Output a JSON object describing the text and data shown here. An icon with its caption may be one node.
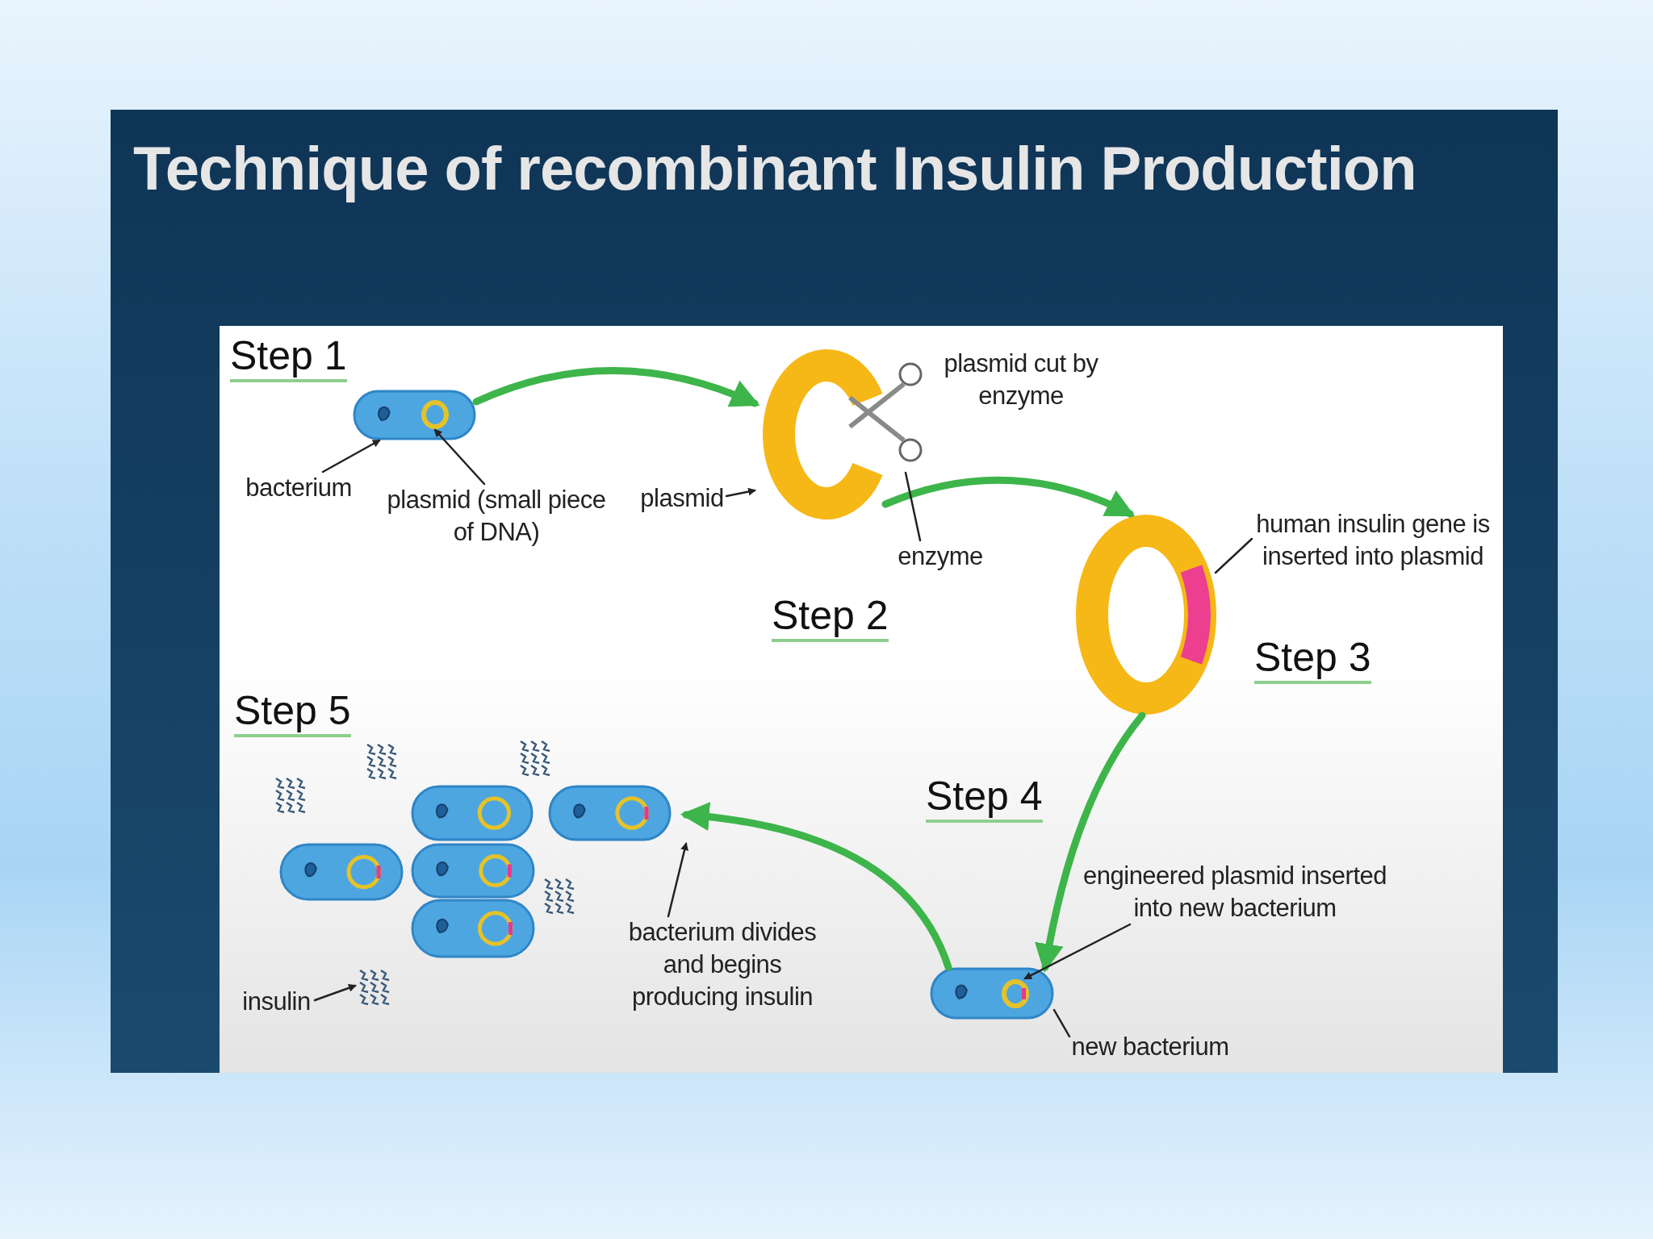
{
  "diagram": {
    "title": "Technique of recombinant Insulin Production",
    "nodes": [
      {
        "text": [
          "bacterium"
        ]
      },
      {
        "text": [
          "plasmid (small piece of DNA)"
        ]
      },
      {
        "text": [],
        "shape": "picture"
      },
      {
        "text": [],
        "shape": "circle",
        "in": 2
      },
      {
        "text": [
          "plasmid"
        ]
      },
      {
        "text": [],
        "shape": "picture"
      },
      {
        "text": [],
        "shape": "picture"
      },
      {
        "text": [
          "enzyme"
        ]
      },
      {
        "text": [],
        "shape": "circle"
      },
      {
        "text": [],
        "shape": "picture",
        "in": 8
      },
      {
        "text": [
          "human insulin gene is inserted into plasmid"
        ]
      },
      {
        "text": [
          "engineered plasmid inserted into new bacterium"
        ]
      },
      {
        "text": [],
        "shape": "picture"
      },
      {
        "text": [],
        "shape": "circle",
        "in": 12
      },
      {
        "text": [
          "new bacterium"
        ]
      },
      {
        "text": [],
        "shape": "picture"
      },
      {
        "text": [
          "bacterium divides and begins producing insulin"
        ]
      },
      {
        "text": [
          "insulin"
        ]
      },
      {
        "text": [],
        "shape": "picture"
      }
    ],
    "edges": [
      {
        "from": 2,
        "to": 5,
        "arrow": "to",
        "style": "thick",
        "color": "#3db54a"
      },
      {
        "from": 5,
        "to": 8,
        "arrow": "to",
        "style": "thick",
        "color": "#3db54a"
      },
      {
        "from": 8,
        "to": 12,
        "arrow": "to",
        "style": "thick",
        "color": "#3db54a"
      },
      {
        "from": 12,
        "to": 15,
        "arrow": "to",
        "style": "thick",
        "color": "#3db54a"
      },
      {
        "from": 0,
        "to": 2,
        "arrow": "to"
      },
      {
        "from": 1,
        "to": 3,
        "arrow": "to"
      },
      {
        "from": 4,
        "to": 5,
        "arrow": "to"
      },
      {
        "from": 7,
        "to": 6,
        "arrow": "none"
      },
      {
        "from": 10,
        "to": 9,
        "arrow": "none"
      },
      {
        "from": 11,
        "to": 13,
        "arrow": "to"
      },
      {
        "from": 14,
        "to": 12,
        "arrow": "none"
      },
      {
        "from": 16,
        "to": 15,
        "arrow": "to"
      },
      {
        "from": 17,
        "to": 18,
        "arrow": "to"
      }
    ],
    "labels": [
      "Step 1",
      "plasmid cut by enzyme",
      "Step 2",
      "Step 3",
      "Step 5",
      "Step 4"
    ]
  }
}
